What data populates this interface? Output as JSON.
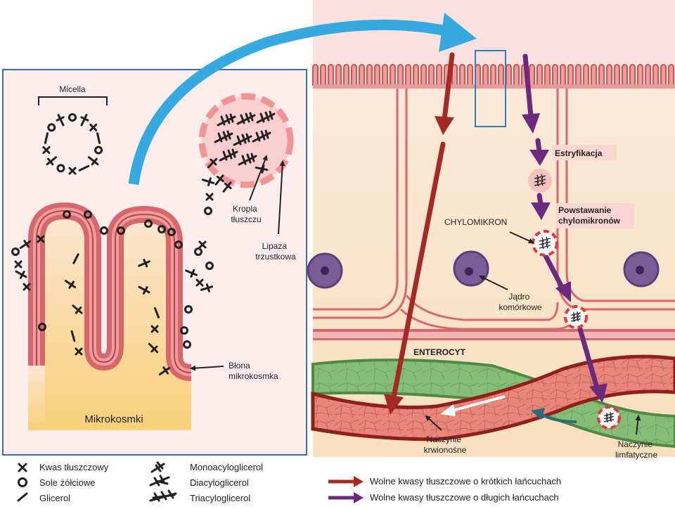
{
  "left_panel": {
    "micelle_label": "Micella",
    "droplet_label": [
      "Kropla",
      "tłuszczu"
    ],
    "lipase_label": [
      "Lipaza",
      "trzustkowa"
    ],
    "membrane_label": [
      "Błona",
      "mikrokosmka"
    ],
    "villi_label": "Mikrokosmki"
  },
  "right_panel": {
    "esterification_label": "Estryfikacja",
    "chylomicron_formation_label": [
      "Powstawanie",
      "chylomikronów"
    ],
    "chylomicron_label": "CHYLOMIKRON",
    "nucleus_label": [
      "Jądro",
      "komórkowe"
    ],
    "enterocyte_label": "ENTEROCYT",
    "blood_vessels_label": [
      "Naczynie",
      "krwionośne"
    ],
    "lymph_vessels_label": [
      "Naczynie",
      "limfatyczne"
    ]
  },
  "legend": {
    "items": [
      {
        "symbol": "x",
        "label": "Kwas tłuszczowy"
      },
      {
        "symbol": "o",
        "label": "Sole żółciowe"
      },
      {
        "symbol": "bar",
        "label": "Glicerol"
      },
      {
        "symbol": "mono",
        "label": "Monoacyloglicerol"
      },
      {
        "symbol": "di",
        "label": "Diacyloglicerol"
      },
      {
        "symbol": "tri",
        "label": "Triacyloglicerol"
      }
    ],
    "arrows": [
      {
        "color": "#a52a23",
        "label": "Wolne kwasy tłuszczowe o krótkich łańcuchach"
      },
      {
        "color": "#6c2a7d",
        "label": "Wolne kwasy tłuszczowe o długich łańcuchach"
      }
    ]
  },
  "colors": {
    "short_chain": "#a52a23",
    "long_chain": "#6c2a7d",
    "transfer_arrow": "#36a9e1",
    "villus_wall": "#e07c7f",
    "cytoplasm": "#fbe7cf",
    "lymph": "#7ab36a"
  }
}
